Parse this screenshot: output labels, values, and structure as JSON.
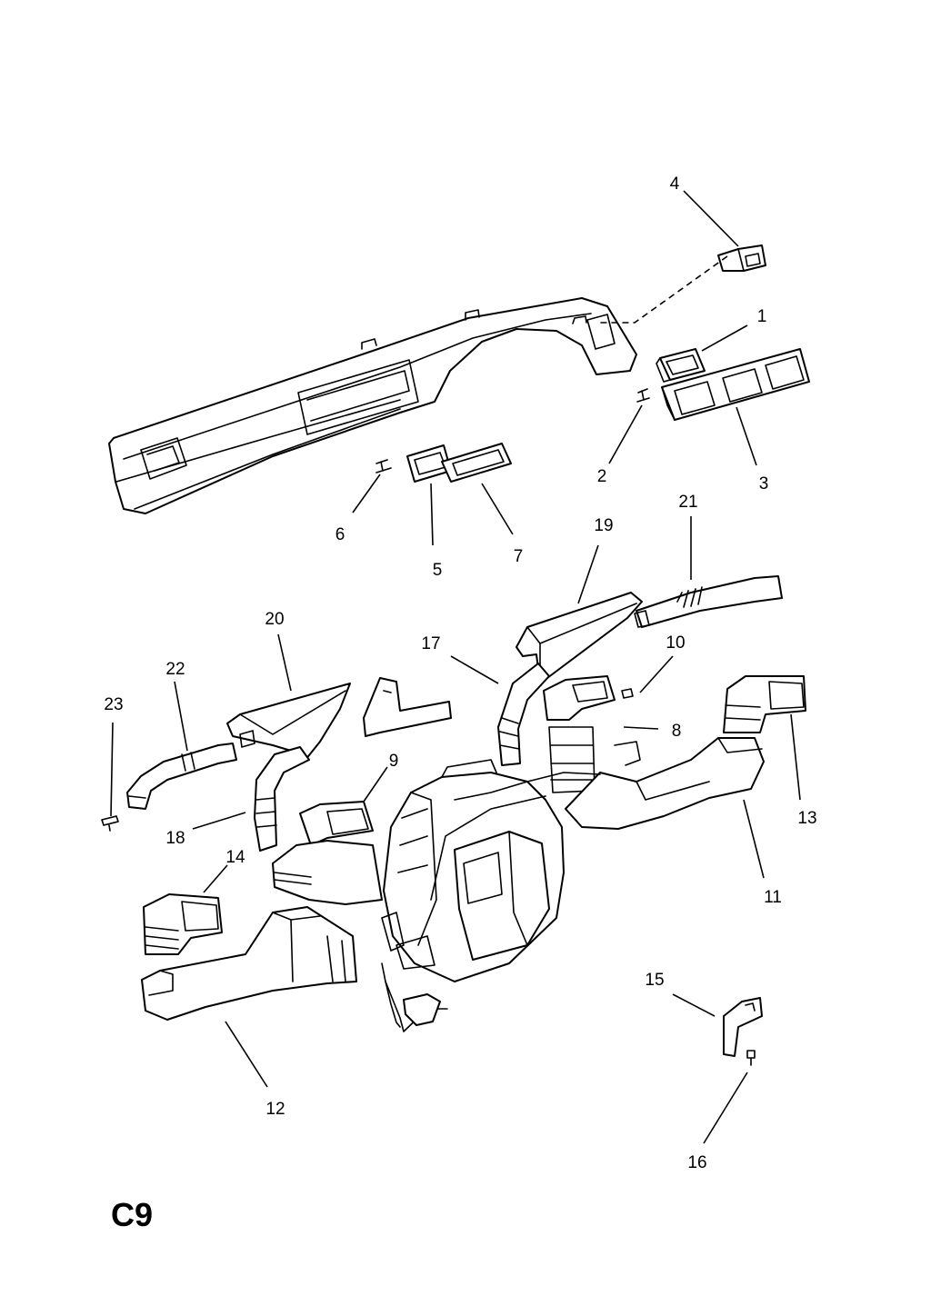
{
  "sheet_code": "C9",
  "callouts": [
    {
      "id": "label-1",
      "text": "1"
    },
    {
      "id": "label-2",
      "text": "2"
    },
    {
      "id": "label-3",
      "text": "3"
    },
    {
      "id": "label-4",
      "text": "4"
    },
    {
      "id": "label-5",
      "text": "5"
    },
    {
      "id": "label-6",
      "text": "6"
    },
    {
      "id": "label-7",
      "text": "7"
    },
    {
      "id": "label-8",
      "text": "8"
    },
    {
      "id": "label-9",
      "text": "9"
    },
    {
      "id": "label-10",
      "text": "10"
    },
    {
      "id": "label-11",
      "text": "11"
    },
    {
      "id": "label-12",
      "text": "12"
    },
    {
      "id": "label-13",
      "text": "13"
    },
    {
      "id": "label-14",
      "text": "14"
    },
    {
      "id": "label-15",
      "text": "15"
    },
    {
      "id": "label-16",
      "text": "16"
    },
    {
      "id": "label-17",
      "text": "17"
    },
    {
      "id": "label-18",
      "text": "18"
    },
    {
      "id": "label-19",
      "text": "19"
    },
    {
      "id": "label-20",
      "text": "20"
    },
    {
      "id": "label-21",
      "text": "21"
    },
    {
      "id": "label-22",
      "text": "22"
    },
    {
      "id": "label-23",
      "text": "23"
    }
  ]
}
